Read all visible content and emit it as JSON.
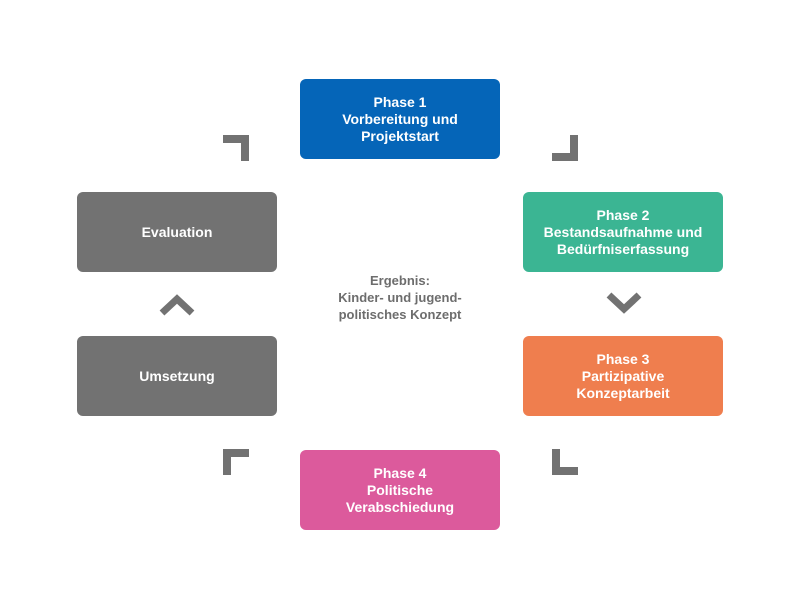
{
  "phases": {
    "phase1": {
      "title": "Phase 1",
      "lines": [
        "Vorbereitung und",
        "Projektstart"
      ],
      "color": "#0565b8"
    },
    "phase2": {
      "title": "Phase 2",
      "lines": [
        "Bestandsaufnahme und",
        "Bedürfniserfassung"
      ],
      "color": "#3bb593"
    },
    "phase3": {
      "title": "Phase 3",
      "lines": [
        "Partizipative",
        "Konzeptarbeit"
      ],
      "color": "#ef7e4e"
    },
    "phase4": {
      "title": "Phase 4",
      "lines": [
        "Politische",
        "Verabschiedung"
      ],
      "color": "#dc5a9c"
    }
  },
  "steps": {
    "evaluation": {
      "label": "Evaluation",
      "color": "#727272"
    },
    "umsetzung": {
      "label": "Umsetzung",
      "color": "#727272"
    }
  },
  "center": {
    "lines": [
      "Ergebnis:",
      "Kinder- und jugend-",
      "politisches Konzept"
    ]
  },
  "arrow_color": "#727272",
  "text_color_center": "#6d6d6d"
}
